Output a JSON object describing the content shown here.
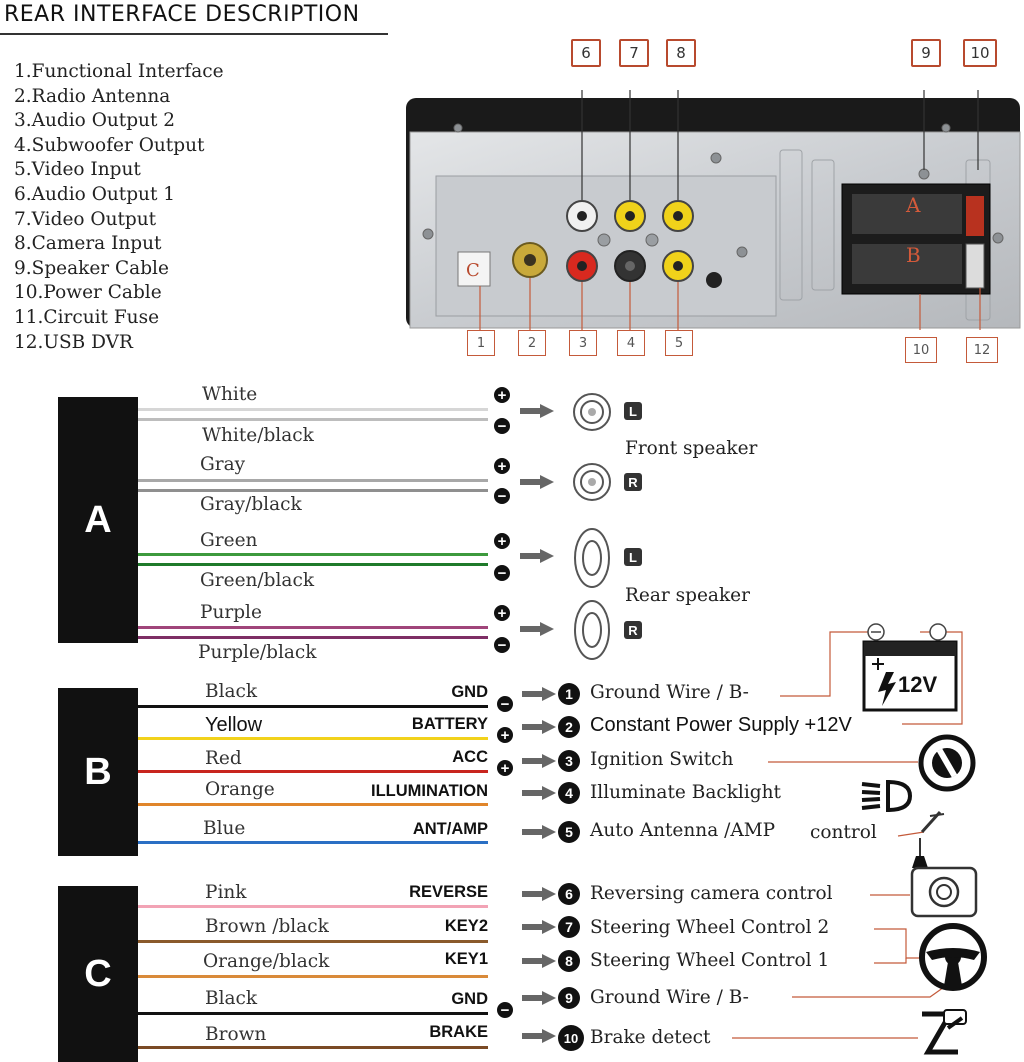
{
  "title": "REAR INTERFACE DESCRIPTION",
  "legend": [
    "1.Functional Interface",
    "2.Radio Antenna",
    "3.Audio Output 2",
    "4.Subwoofer Output",
    "5.Video Input",
    "6.Audio Output 1",
    "7.Video Output",
    "8.Camera Input",
    "9.Speaker Cable",
    "10.Power Cable",
    "11.Circuit Fuse",
    "12.USB DVR"
  ],
  "callouts_top": [
    "6",
    "7",
    "8",
    "9",
    "10"
  ],
  "callouts_bottom": [
    "1",
    "2",
    "3",
    "4",
    "5",
    "10",
    "12"
  ],
  "panel_marks": {
    "a": "A",
    "b": "B",
    "c": "C"
  },
  "block_a": {
    "label": "A",
    "wires": [
      {
        "name": "White",
        "color": "#d6d6d6"
      },
      {
        "name": "White/black",
        "color": "#bdbdbd"
      },
      {
        "name": "Gray",
        "color": "#a8a8a8"
      },
      {
        "name": "Gray/black",
        "color": "#8f8f8f"
      },
      {
        "name": "Green",
        "color": "#3d9a3d"
      },
      {
        "name": "Green/black",
        "color": "#1f7a2a"
      },
      {
        "name": "Purple",
        "color": "#a0457a"
      },
      {
        "name": "Purple/black",
        "color": "#7e2e65"
      }
    ],
    "front_speaker": "Front speaker",
    "rear_speaker": "Rear speaker",
    "left": "L",
    "right": "R"
  },
  "block_b": {
    "label": "B",
    "rows": [
      {
        "wire": "Black",
        "signal": "GND",
        "num": "1",
        "desc": "Ground Wire / B-",
        "color": "#111111"
      },
      {
        "wire": "Yellow",
        "signal": "BATTERY",
        "num": "2",
        "desc": "Constant Power Supply +12V",
        "color": "#f2d21b"
      },
      {
        "wire": "Red",
        "signal": "ACC",
        "num": "3",
        "desc": "Ignition Switch",
        "color": "#c8251e"
      },
      {
        "wire": "Orange",
        "signal": "ILLUMINATION",
        "num": "4",
        "desc": "Illuminate Backlight",
        "color": "#e0852a"
      },
      {
        "wire": "Blue",
        "signal": "ANT/AMP",
        "num": "5",
        "desc": "Auto Antenna /AMP",
        "color": "#2a6fc4"
      }
    ],
    "control": "control",
    "battery_label": "12V"
  },
  "block_c": {
    "label": "C",
    "rows": [
      {
        "wire": "Pink",
        "signal": "REVERSE",
        "num": "6",
        "desc": "Reversing camera control",
        "color": "#f2a3b5"
      },
      {
        "wire": "Brown /black",
        "signal": "KEY2",
        "num": "7",
        "desc": "Steering Wheel Control 2",
        "color": "#8a5a2b"
      },
      {
        "wire": "Orange/black",
        "signal": "KEY1",
        "num": "8",
        "desc": "Steering Wheel Control 1",
        "color": "#d98a3a"
      },
      {
        "wire": "Black",
        "signal": "GND",
        "num": "9",
        "desc": "Ground Wire / B-",
        "color": "#111111"
      },
      {
        "wire": "Brown",
        "signal": "BRAKE",
        "num": "10",
        "desc": "Brake detect",
        "color": "#7a4a25"
      }
    ]
  },
  "plus": "+",
  "minus": "−",
  "colors": {
    "callout_border": "#b84a2e",
    "block_bg": "#111111",
    "panel": "#cfd2d6"
  }
}
